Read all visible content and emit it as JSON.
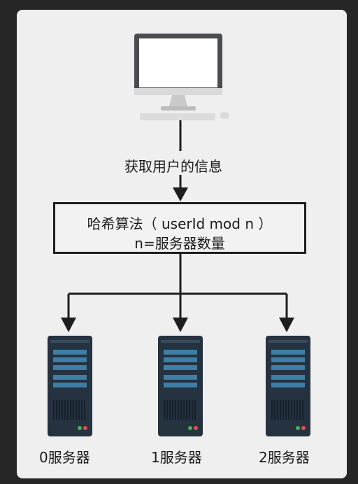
{
  "diagram": {
    "client_label": "获取用户的信息",
    "hash_box": {
      "line1": "哈希算法（ userId mod n ）",
      "line2": "n=服务器数量"
    },
    "servers": [
      {
        "label": "0服务器"
      },
      {
        "label": "1服务器"
      },
      {
        "label": "2服务器"
      }
    ]
  },
  "colors": {
    "panel": "#efefef",
    "line": "#1e1e1e",
    "server_body": "#253240",
    "server_slot": "#3d7fa6"
  }
}
